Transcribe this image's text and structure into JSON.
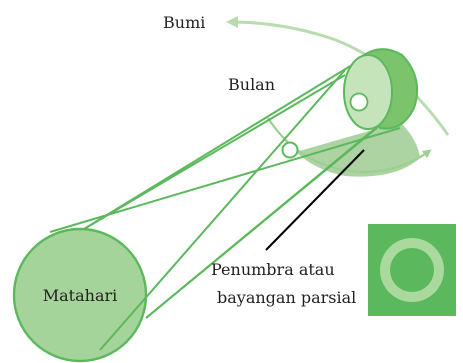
{
  "labels": {
    "earth": "Bumi",
    "moon": "Bulan",
    "sun": "Matahari",
    "penumbra_line1": "Penumbra atau",
    "penumbra_line2": "bayangan parsial"
  },
  "colors": {
    "sun_fill": "#a5d49a",
    "beam_stroke": "#5cb85c",
    "earth_side": "#7cc46c",
    "earth_face": "#c5e4bb",
    "moon_fill": "#ffffff",
    "orbit_arrow": "#b8dcb0",
    "shadow_area": "#a8d19c",
    "leader_line": "#000000",
    "inset_bg": "#5cb85c",
    "inset_ring": "#a9d99d",
    "inset_core": "#5cb85c"
  }
}
